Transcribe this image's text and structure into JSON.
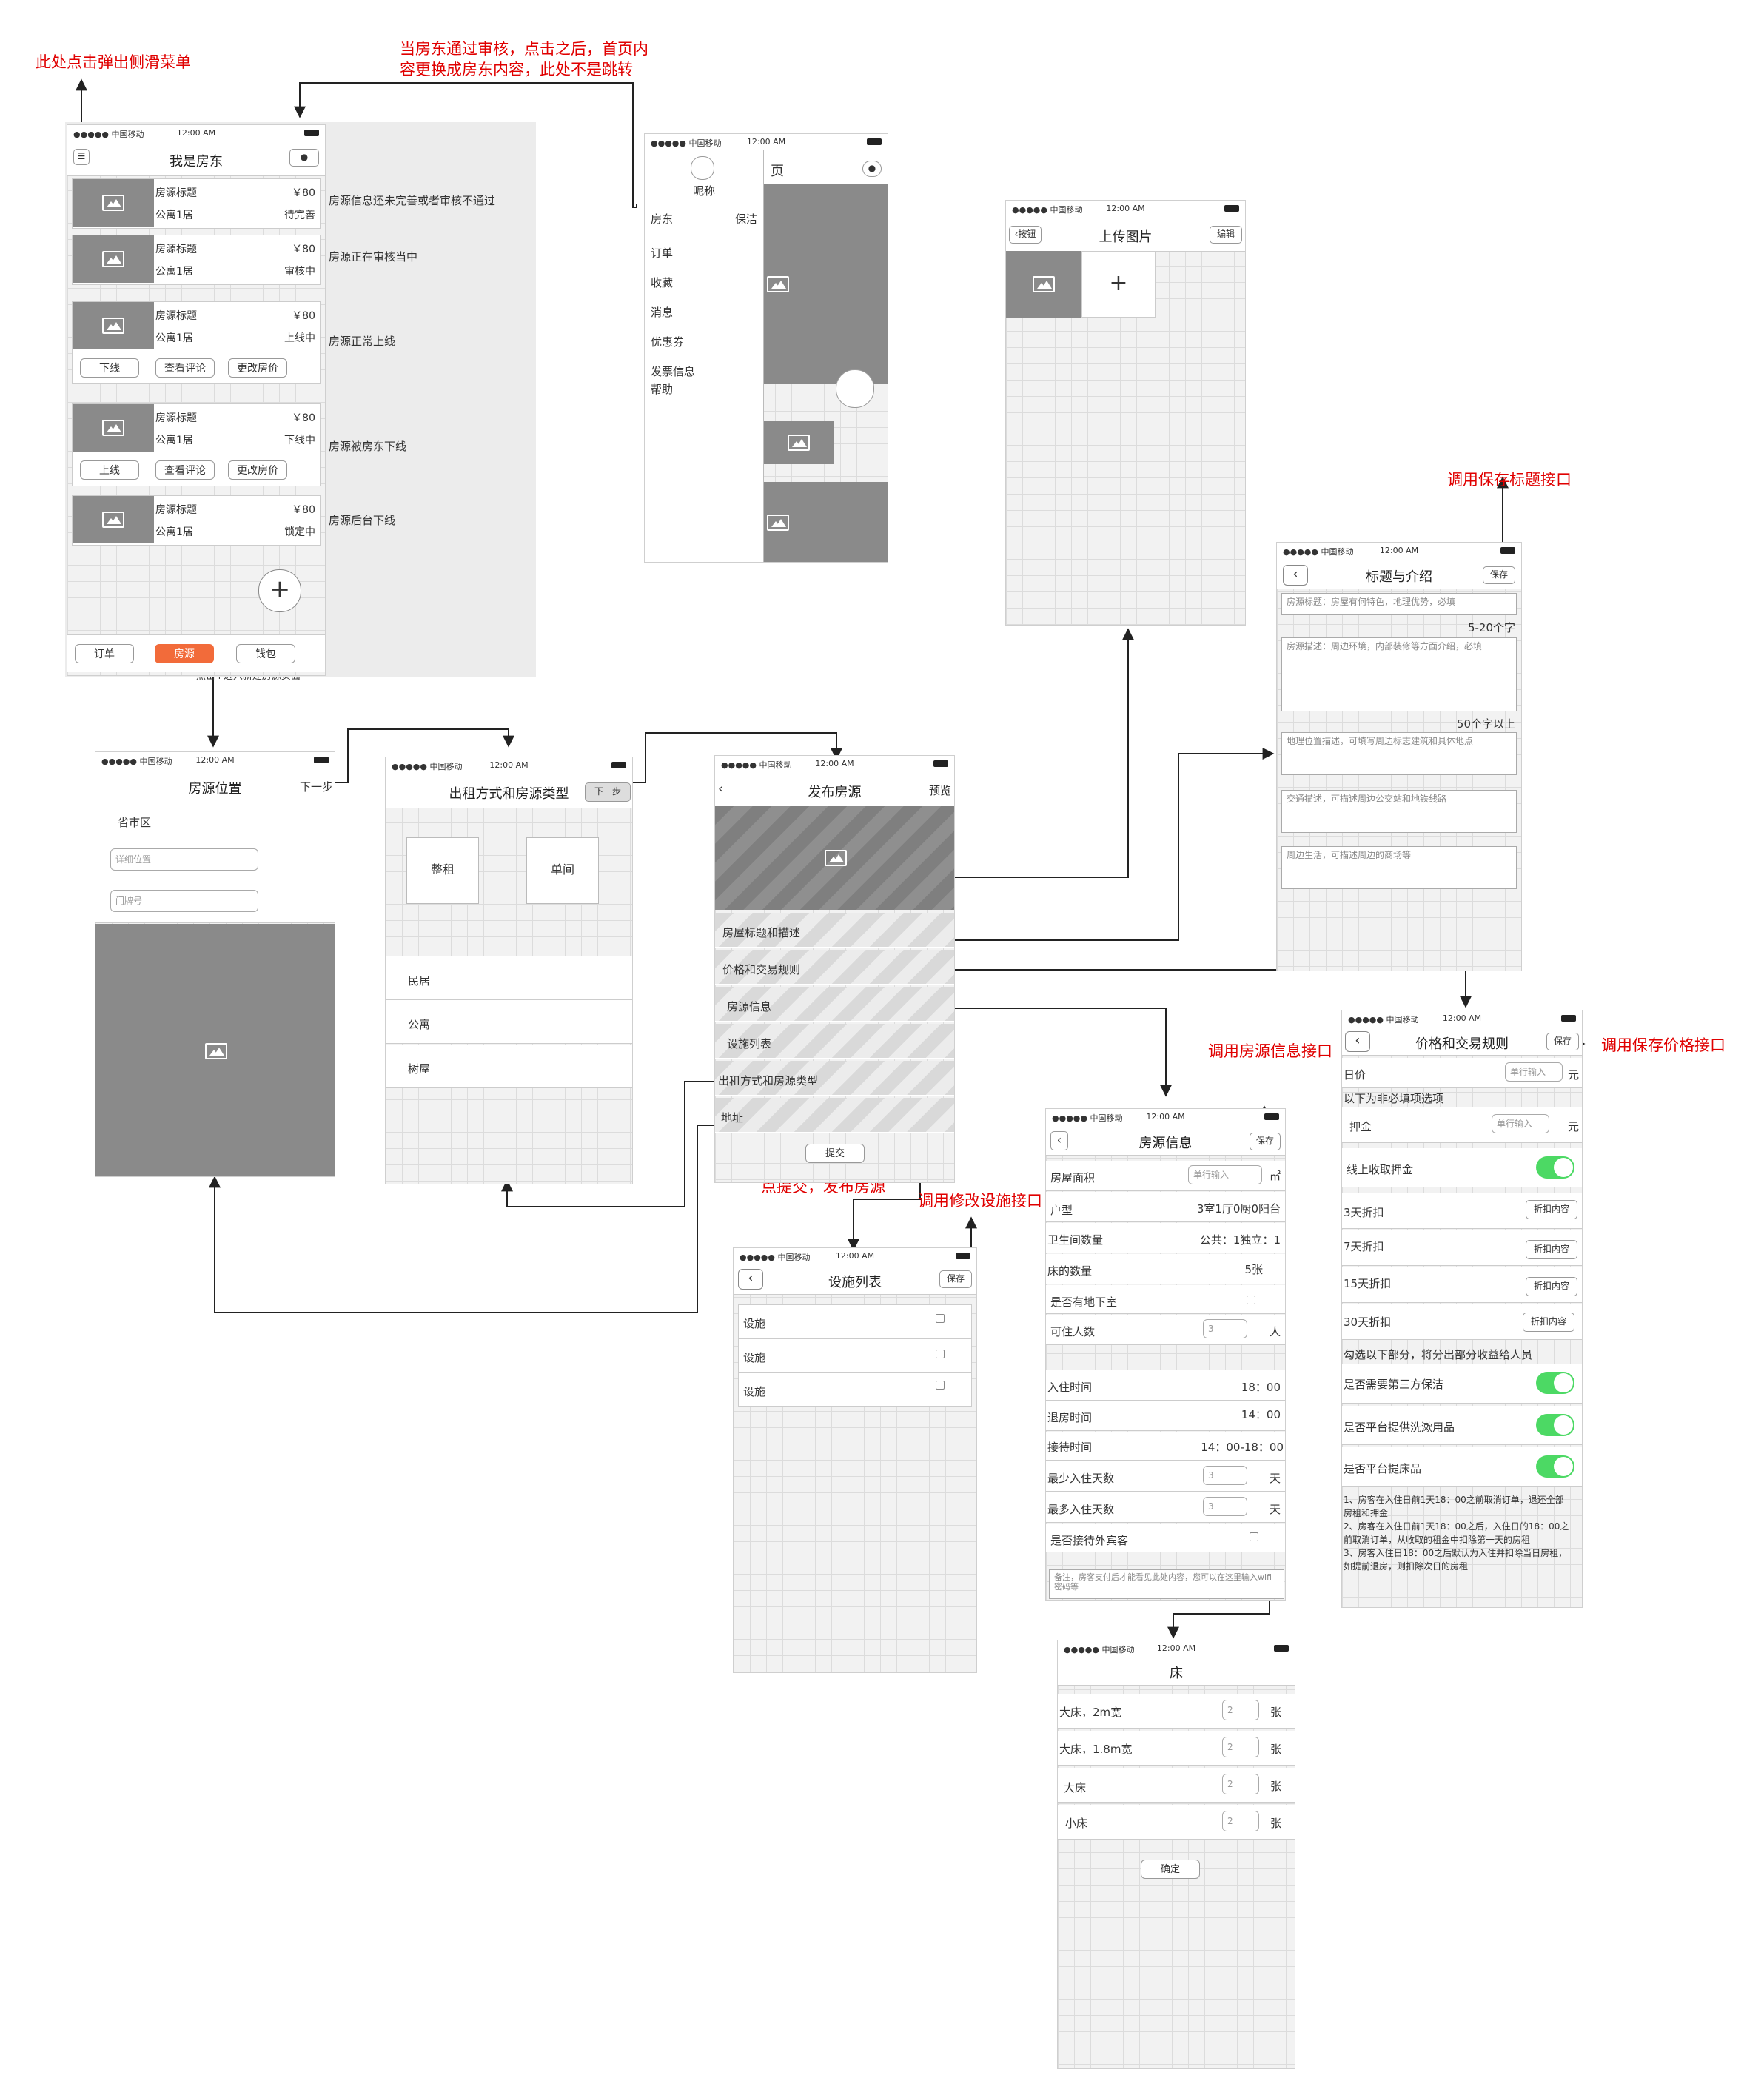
{
  "annotations": {
    "slide_menu": "此处点击弹出侧滑菜单",
    "landlord_line1": "当房东通过审核，点击之后，首页内",
    "landlord_line2": "容更换成房东内容，此处不是跳转",
    "save_title_api": "调用保存标题接口",
    "house_info_api": "调用房源信息接口",
    "save_price_api": "调用保存价格接口",
    "submit_publish": "点提交，发布房源",
    "facility_api": "调用修改设施接口",
    "add_new": "点击+进入新建房源页面—"
  },
  "status": {
    "carrier": "●●●●● 中国移动",
    "time": "12:00 AM"
  },
  "list_screen": {
    "title": "我是房东",
    "items": [
      {
        "name": "房源标题",
        "price": "￥80",
        "type": "公寓1居",
        "state": "待完善",
        "note": "房源信息还未完善或者审核不通过"
      },
      {
        "name": "房源标题",
        "price": "￥80",
        "type": "公寓1居",
        "state": "审核中",
        "note": "房源正在审核当中"
      },
      {
        "name": "房源标题",
        "price": "￥80",
        "type": "公寓1居",
        "state": "上线中",
        "note": "房源正常上线"
      },
      {
        "name": "房源标题",
        "price": "￥80",
        "type": "公寓1居",
        "state": "下线中",
        "note": "房源被房东下线"
      },
      {
        "name": "房源标题",
        "price": "￥80",
        "type": "公寓1居",
        "state": "锁定中",
        "note": "房源后台下线"
      }
    ],
    "btn_offline": "下线",
    "btn_online": "上线",
    "btn_reviews": "查看评论",
    "btn_price": "更改房价",
    "tabs": [
      "订单",
      "房源",
      "钱包"
    ],
    "accent": "#f26b3a"
  },
  "menu_screen": {
    "nickname": "昵称",
    "page_fragment": "页",
    "landlord": "房东",
    "cleaning": "保洁",
    "items": [
      "订单",
      "收藏",
      "消息",
      "优惠券",
      "发票信息",
      "帮助"
    ]
  },
  "upload_screen": {
    "title": "上传图片",
    "back": "按钮",
    "edit": "编辑",
    "plus": "+"
  },
  "location_screen": {
    "title": "房源位置",
    "next": "下一步",
    "region": "省市区",
    "detail_ph": "详细位置",
    "door_ph": "门牌号"
  },
  "type_screen": {
    "title": "出租方式和房源类型",
    "next": "下一步",
    "whole": "整租",
    "single": "单间",
    "types": [
      "民居",
      "公寓",
      "树屋"
    ]
  },
  "publish_screen": {
    "title": "发布房源",
    "preview": "预览",
    "items": [
      "房屋标题和描述",
      "价格和交易规则",
      "房源信息",
      "设施列表",
      "出租方式和房源类型",
      "地址"
    ],
    "submit": "提交"
  },
  "title_screen": {
    "title": "标题与介绍",
    "save": "保存",
    "title_ph": "房源标题：房屋有何特色，地理优势，必填",
    "title_hint": "5-20个字",
    "desc_ph": "房源描述：周边环境，内部装修等方面介绍，必填",
    "desc_hint": "50个字以上",
    "geo_ph": "地理位置描述，可填写周边标志建筑和具体地点",
    "traffic_ph": "交通描述，可描述周边公交站和地铁线路",
    "life_ph": "周边生活，可描述周边的商场等"
  },
  "price_screen": {
    "title": "价格和交易规则",
    "save": "保存",
    "day_price": "日价",
    "input_ph": "单行输入",
    "unit_yuan": "元",
    "optional": "以下为非必填项选项",
    "deposit": "押金",
    "online_deposit": "线上收取押金",
    "discounts": [
      "3天折扣",
      "7天折扣",
      "15天折扣",
      "30天折扣"
    ],
    "discount_btn": "折扣内容",
    "share_note": "勾选以下部分，将分出部分收益给人员",
    "third_clean": "是否需要第三方保洁",
    "platform_wash": "是否平台提供洗漱用品",
    "platform_bed": "是否平台提床品",
    "rules": [
      "1、房客在入住日前1天18：00之前取消订单，退还全部",
      "房租和押金",
      "2、房客在入住日前1天18：00之后，入住日的18：00之",
      "前取消订单，从收取的租金中扣除第一天的房租",
      "3、房客入住日18：00之后默认为入住并扣除当日房租，",
      "如提前退房，则扣除次日的房租"
    ]
  },
  "info_screen": {
    "title": "房源信息",
    "save": "保存",
    "area": "房屋面积",
    "area_ph": "单行输入",
    "area_unit": "㎡",
    "layout": "户型",
    "layout_val": "3室1厅0厨0阳台",
    "bath": "卫生间数量",
    "bath_val": "公共：1独立：1",
    "beds": "床的数量",
    "beds_val": "5张",
    "basement": "是否有地下室",
    "guests": "可住人数",
    "guests_val": "3",
    "guests_unit": "人",
    "checkin": "入住时间",
    "checkin_val": "18：00",
    "checkout": "退房时间",
    "checkout_val": "14：00",
    "reception": "接待时间",
    "reception_val": "14：00-18：00",
    "min_days": "最少入住天数",
    "max_days": "最多入住天数",
    "days_val": "3",
    "days_unit": "天",
    "foreign": "是否接待外宾客",
    "remark": "备注，房客支付后才能看见此处内容，您可以在这里输入wifi密码等"
  },
  "facility_screen": {
    "title": "设施列表",
    "save": "保存",
    "items": [
      "设施",
      "设施",
      "设施"
    ]
  },
  "bed_screen": {
    "title": "床",
    "items": [
      "大床，2m宽",
      "大床，1.8m宽",
      "大床",
      "小床"
    ],
    "qty": "2",
    "unit": "张",
    "confirm": "确定"
  }
}
